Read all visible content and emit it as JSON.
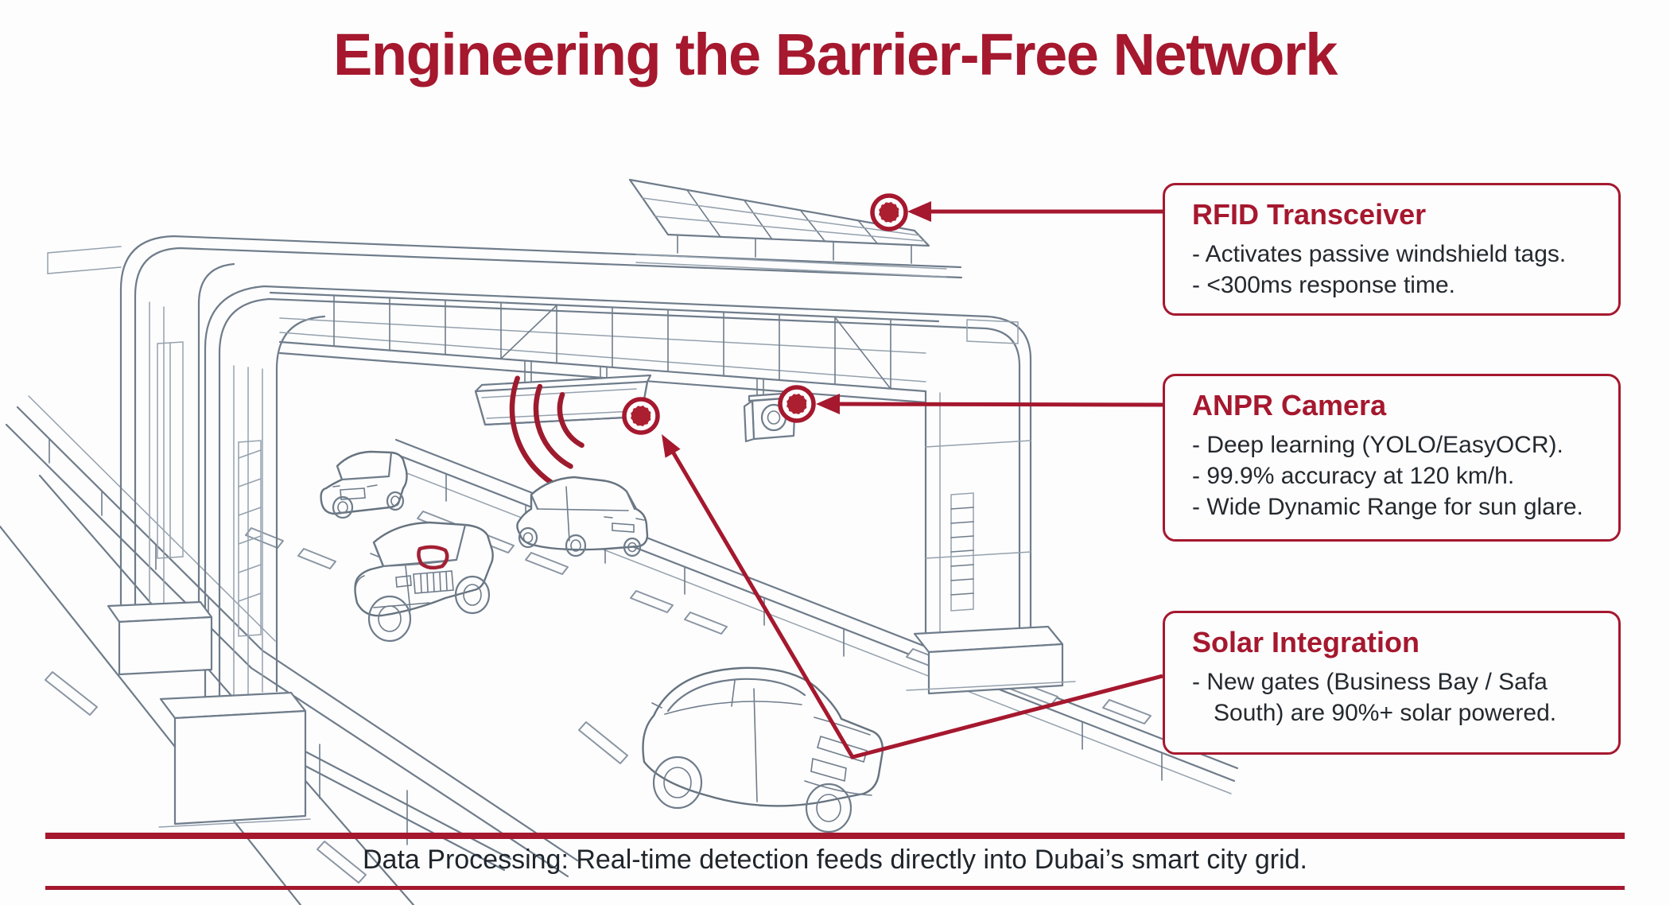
{
  "title": "Engineering the Barrier-Free Network",
  "colors": {
    "accent_red": "#A5182E",
    "marker_fill": "#AC1F30",
    "wave_red": "#9E1B2E",
    "line_gray": "#6F7C8A",
    "text_dark": "#24292E",
    "background": "#FDFDFE"
  },
  "callouts": [
    {
      "id": "rfid-transceiver",
      "title": "RFID Transceiver",
      "bullets": [
        "- Activates passive windshield tags.",
        "- <300ms response time."
      ]
    },
    {
      "id": "anpr-camera",
      "title": "ANPR Camera",
      "bullets": [
        "- Deep learning (YOLO/EasyOCR).",
        "- 99.9% accuracy at 120 km/h.",
        "- Wide Dynamic Range for sun glare."
      ]
    },
    {
      "id": "solar-integration",
      "title": "Solar Integration",
      "bullets": [
        "- New gates (Business Bay / Safa South) are 90%+ solar powered."
      ]
    }
  ],
  "footer": {
    "text": "Data Processing: Real-time detection feeds directly into Dubai’s smart city grid."
  },
  "diagram": {
    "scene": "barrier-free toll gantry over a multi-lane highway with cars",
    "elements": [
      "toll-gantry",
      "solar-panel",
      "rfid-reader",
      "anpr-camera",
      "radio-waves",
      "windshield-tag",
      "guardrails",
      "lane-markings",
      "sedan",
      "suv",
      "sedan-rear",
      "large-sedan"
    ],
    "markers": [
      {
        "name": "solar-panel-marker",
        "points_to": "solar panel on gantry roof"
      },
      {
        "name": "anpr-camera-marker",
        "points_to": "camera unit under gantry"
      },
      {
        "name": "rfid-reader-marker",
        "points_to": "RFID reader unit under gantry"
      }
    ]
  }
}
